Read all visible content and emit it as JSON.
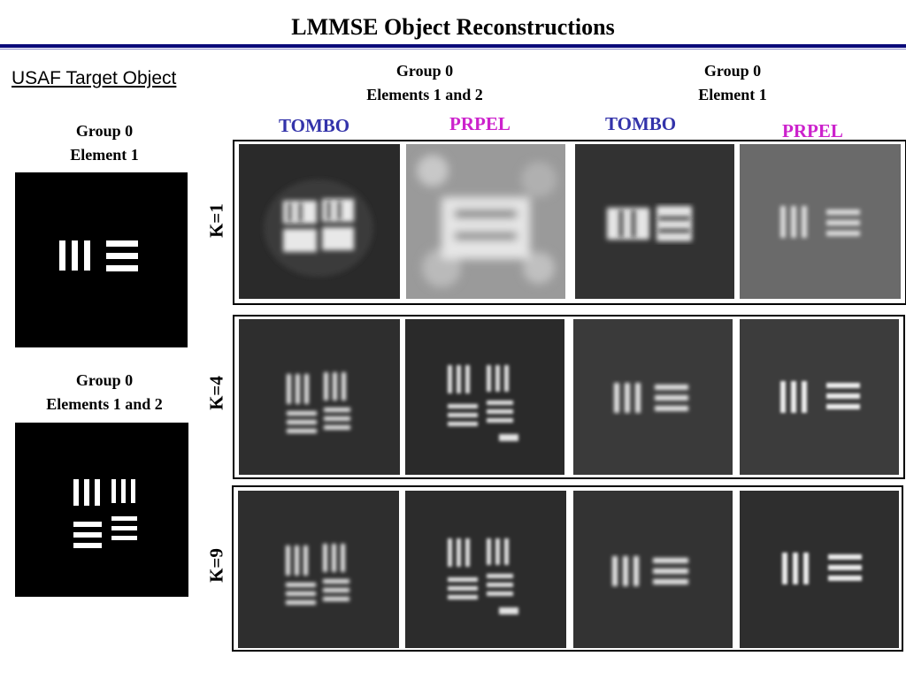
{
  "title": "LMMSE Object Reconstructions",
  "target_heading": "USAF Target Object",
  "targets": [
    {
      "line1": "Group 0",
      "line2": "Element 1",
      "image": "usaf-element-1"
    },
    {
      "line1": "Group 0",
      "line2": "Elements 1 and 2",
      "image": "usaf-elements-1-and-2"
    }
  ],
  "column_groups": [
    {
      "line1": "Group 0",
      "line2": "Elements 1 and 2"
    },
    {
      "line1": "Group 0",
      "line2": "Element 1"
    }
  ],
  "methods": [
    "TOMBO",
    "PRPEL",
    "TOMBO",
    "PRPEL"
  ],
  "rows": [
    {
      "label": "K=1"
    },
    {
      "label": "K=4"
    },
    {
      "label": "K=9"
    }
  ],
  "colors": {
    "tombo": "#3333aa",
    "prpel": "#cc22cc",
    "title_rule": "#0a0a7a"
  }
}
